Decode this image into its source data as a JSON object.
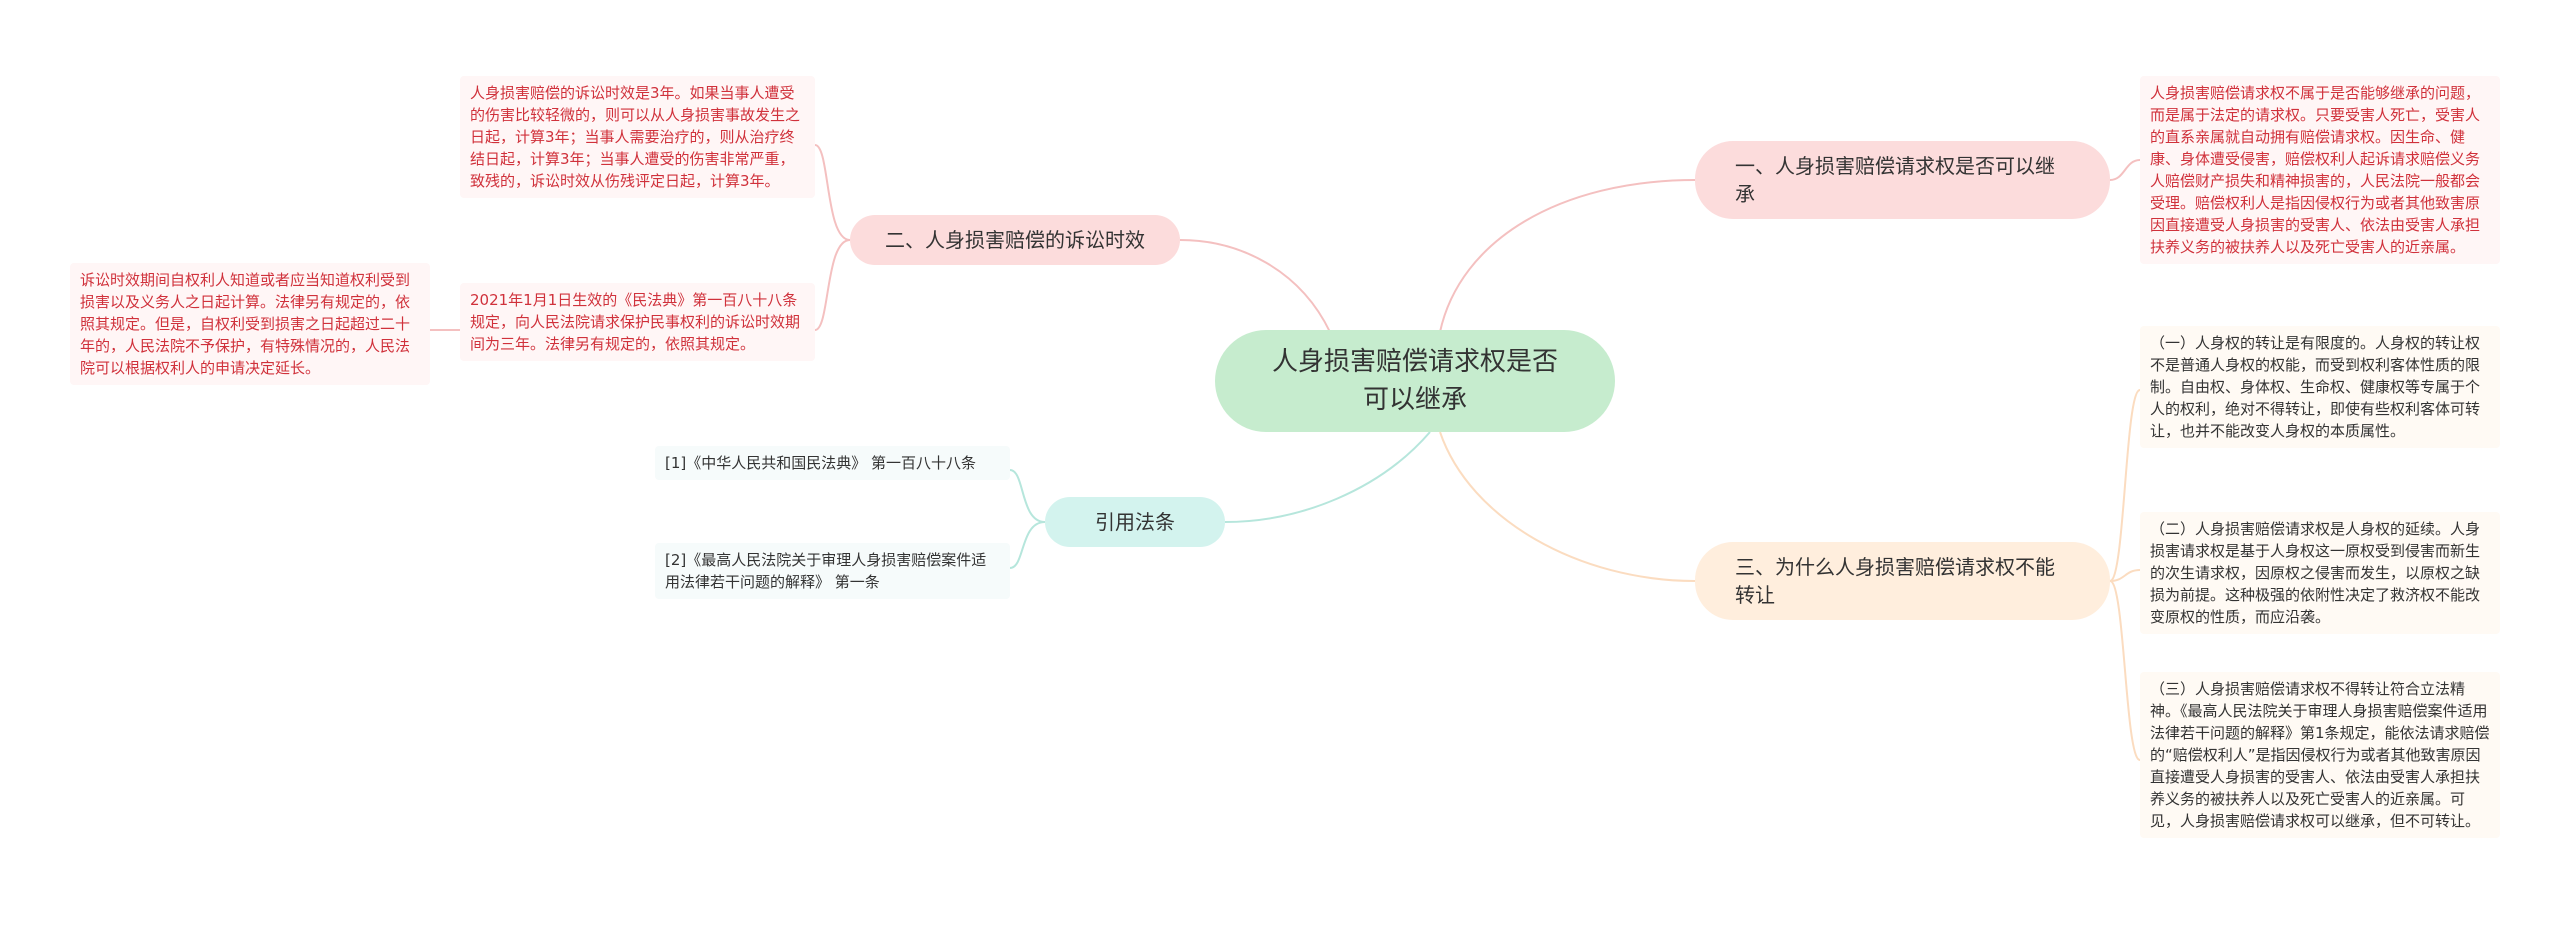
{
  "center": {
    "title": "人身损害赔偿请求权是否可以继承"
  },
  "branches": {
    "b1": "一、人身损害赔偿请求权是否可以继承",
    "b2": "二、人身损害赔偿的诉讼时效",
    "b3": "引用法条",
    "b4": "三、为什么人身损害赔偿请求权不能转让"
  },
  "leaves": {
    "l1": "人身损害赔偿请求权不属于是否能够继承的问题，而是属于法定的请求权。只要受害人死亡，受害人的直系亲属就自动拥有赔偿请求权。因生命、健康、身体遭受侵害，赔偿权利人起诉请求赔偿义务人赔偿财产损失和精神损害的，人民法院一般都会受理。赔偿权利人是指因侵权行为或者其他致害原因直接遭受人身损害的受害人、依法由受害人承担扶养义务的被扶养人以及死亡受害人的近亲属。",
    "l2": "人身损害赔偿的诉讼时效是3年。如果当事人遭受的伤害比较轻微的，则可以从人身损害事故发生之日起，计算3年；当事人需要治疗的，则从治疗终结日起，计算3年；当事人遭受的伤害非常严重，致残的，诉讼时效从伤残评定日起，计算3年。",
    "l3": "2021年1月1日生效的《民法典》第一百八十八条规定，向人民法院请求保护民事权利的诉讼时效期间为三年。法律另有规定的，依照其规定。",
    "l4": "诉讼时效期间自权利人知道或者应当知道权利受到损害以及义务人之日起计算。法律另有规定的，依照其规定。但是，自权利受到损害之日起超过二十年的，人民法院不予保护，有特殊情况的，人民法院可以根据权利人的申请决定延长。",
    "l5": "[1]《中华人民共和国民法典》 第一百八十八条",
    "l6": "[2]《最高人民法院关于审理人身损害赔偿案件适用法律若干问题的解释》 第一条",
    "l7": "（一）人身权的转让是有限度的。人身权的转让权不是普通人身权的权能，而受到权利客体性质的限制。自由权、身体权、生命权、健康权等专属于个人的权利，绝对不得转让，即使有些权利客体可转让，也并不能改变人身权的本质属性。",
    "l8": "（二）人身损害赔偿请求权是人身权的延续。人身损害请求权是基于人身权这一原权受到侵害而新生的次生请求权，因原权之侵害而发生，以原权之缺损为前提。这种极强的依附性决定了救济权不能改变原权的性质，而应沿袭。",
    "l9": "（三）人身损害赔偿请求权不得转让符合立法精神。《最高人民法院关于审理人身损害赔偿案件适用法律若干问题的解释》第1条规定，能依法请求赔偿的“赔偿权利人”是指因侵权行为或者其他致害原因直接遭受人身损害的受害人、依法由受害人承担扶养义务的被扶养人以及死亡受害人的近亲属。可见，人身损害赔偿请求权可以继承，但不可转让。"
  },
  "colors": {
    "center_bg": "#c6ecce",
    "pink_branch": "#fcdcdc",
    "teal_branch": "#d3f3ee",
    "peach_branch": "#ffeedd",
    "red_text": "#d0313b",
    "link_pink": "#f4c0c0",
    "link_teal": "#b6e6dc",
    "link_peach": "#fbdcc0"
  }
}
